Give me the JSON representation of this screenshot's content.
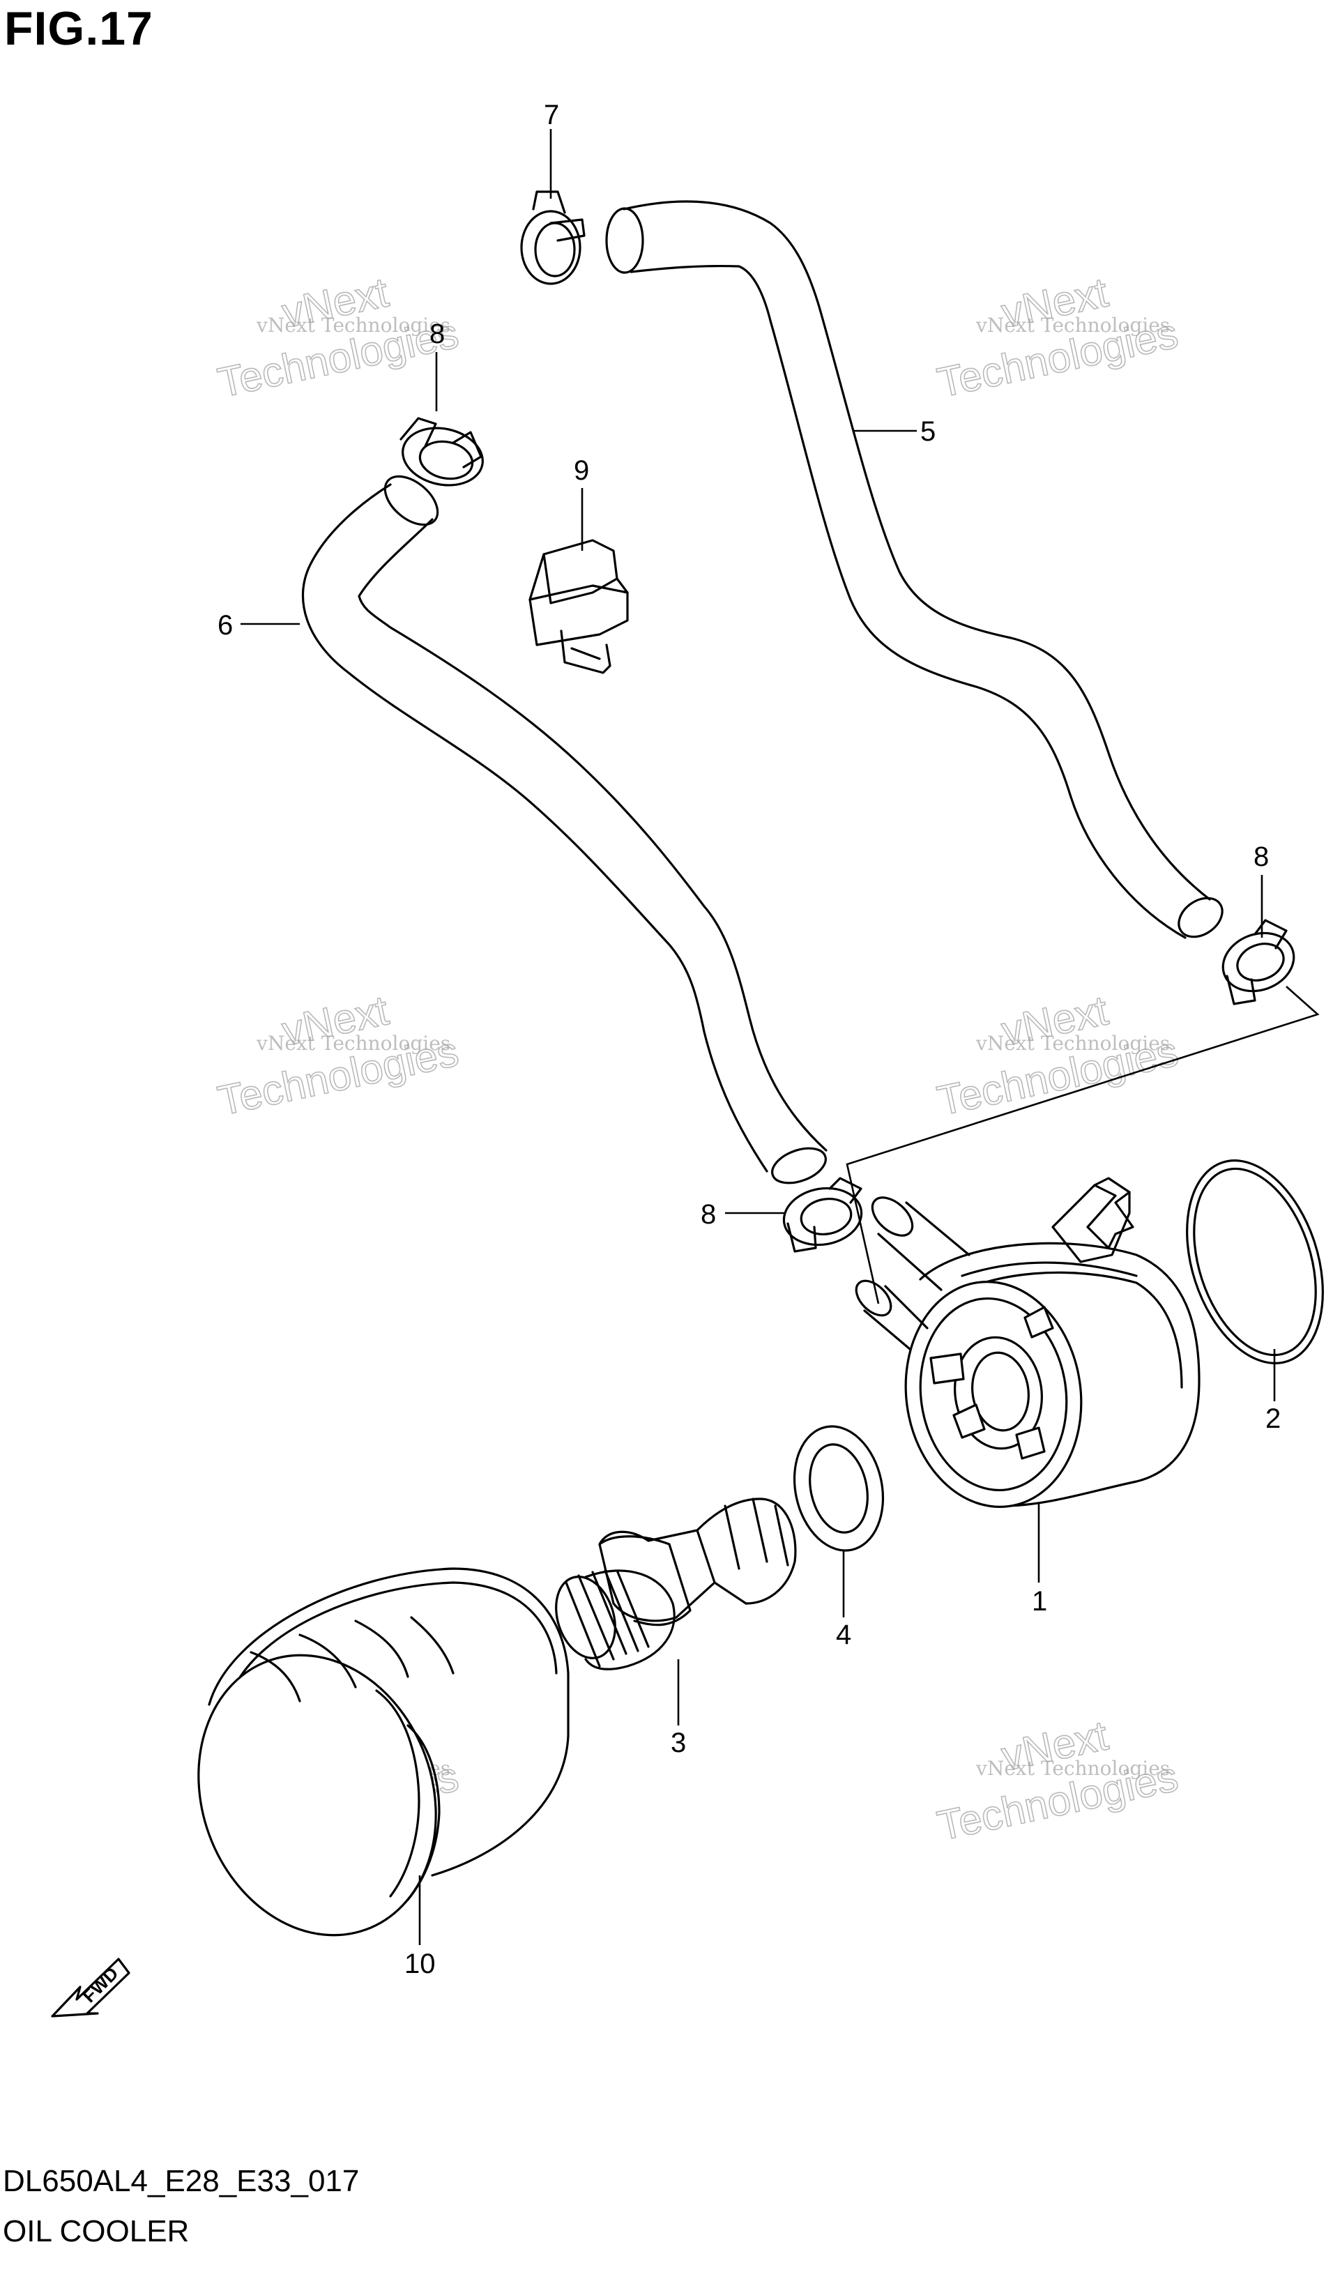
{
  "figure": {
    "title": "FIG.17",
    "code": "DL650AL4_E28_E33_017",
    "name": "OIL COOLER"
  },
  "callouts": {
    "c1": "1",
    "c2": "2",
    "c3": "3",
    "c4": "4",
    "c5": "5",
    "c6": "6",
    "c7": "7",
    "c8a": "8",
    "c8b": "8",
    "c8c": "8",
    "c9": "9",
    "c10": "10"
  },
  "watermark": {
    "line1": "vNext Technologies",
    "line2a": "vNext",
    "line2b": "Technologies"
  },
  "fwd_label": "FWD"
}
